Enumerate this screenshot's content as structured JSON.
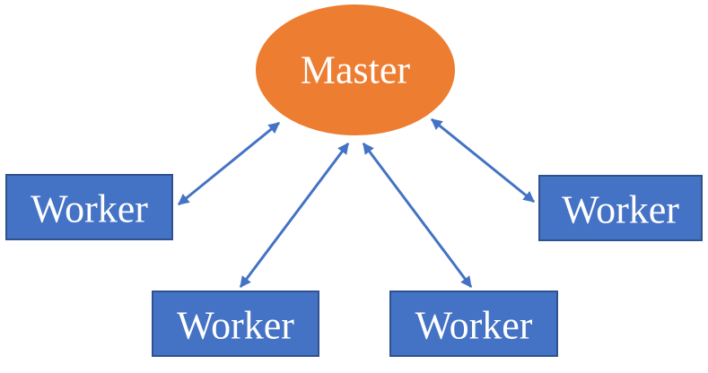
{
  "diagram": {
    "master": {
      "label": "Master",
      "fill": "#ED7D31"
    },
    "workers": [
      {
        "label": "Worker"
      },
      {
        "label": "Worker"
      },
      {
        "label": "Worker"
      },
      {
        "label": "Worker"
      }
    ],
    "colors": {
      "worker_fill": "#4472C4",
      "worker_stroke": "#2F528F",
      "arrow": "#4472C4",
      "label_text": "#FFFFFF"
    },
    "connections": [
      {
        "from": "master",
        "to": "worker-left",
        "direction": "bidirectional"
      },
      {
        "from": "master",
        "to": "worker-bottom-left",
        "direction": "bidirectional"
      },
      {
        "from": "master",
        "to": "worker-bottom-right",
        "direction": "bidirectional"
      },
      {
        "from": "master",
        "to": "worker-right",
        "direction": "bidirectional"
      }
    ]
  }
}
